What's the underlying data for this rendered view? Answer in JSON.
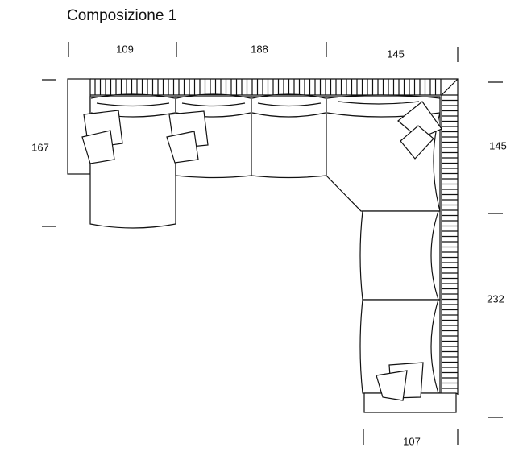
{
  "title": "Composizione 1",
  "dimensions": {
    "top_left": "109",
    "top_middle": "188",
    "top_right": "145",
    "left_height": "167",
    "right_upper": "145",
    "right_lower": "232",
    "bottom": "107"
  }
}
